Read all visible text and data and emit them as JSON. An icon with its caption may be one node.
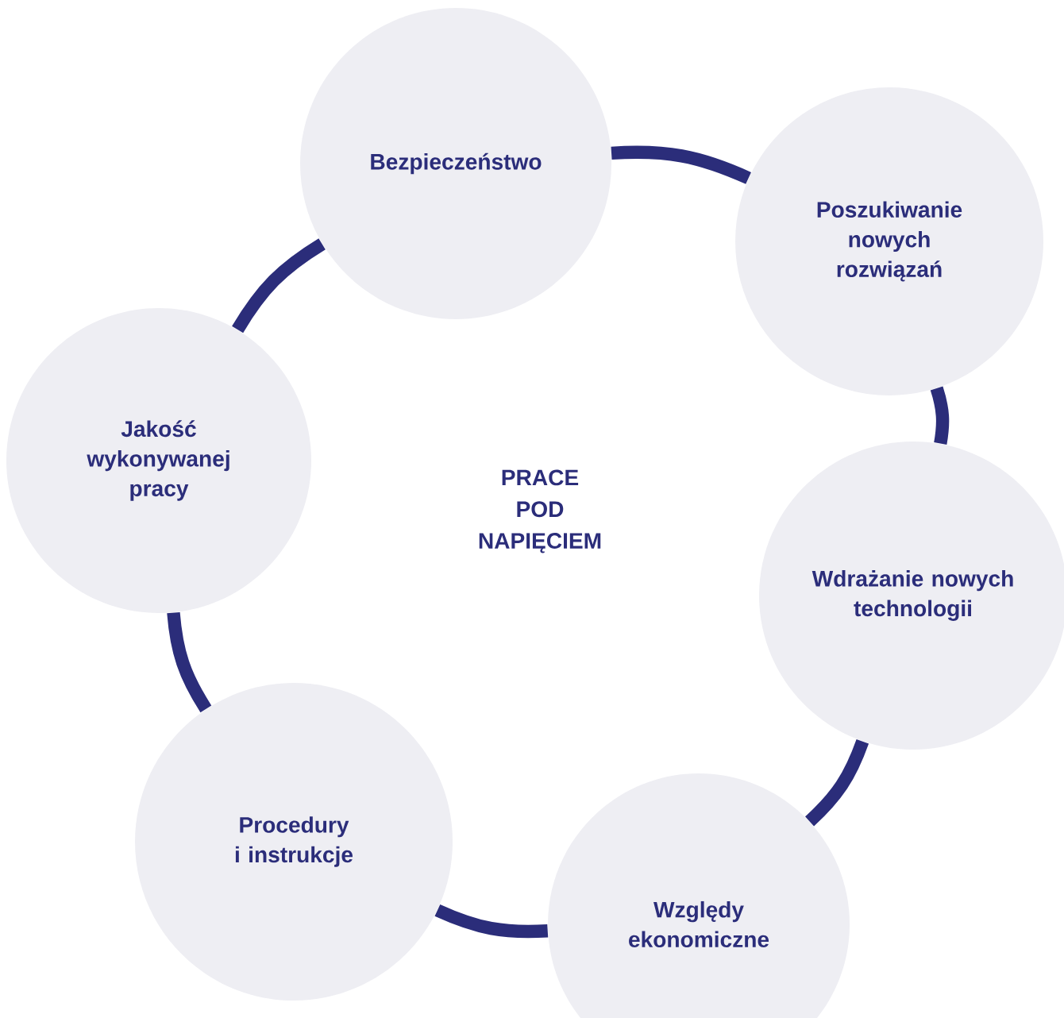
{
  "diagram": {
    "nodes": [
      {
        "text": [
          "Bezpieczeństwo"
        ]
      },
      {
        "text": [
          "Poszukiwanie nowych rozwiązań"
        ]
      },
      {
        "text": [
          "Jakość wykonywanej pracy"
        ]
      },
      {
        "text": [
          "Wdrażanie nowych technologii"
        ]
      },
      {
        "text": [
          "Procedury i instrukcje"
        ]
      },
      {
        "text": [
          "Względy ekonomiczne"
        ]
      }
    ],
    "edges": [
      {
        "from": 0,
        "to": 1,
        "arrow": "none"
      },
      {
        "from": 1,
        "to": 3,
        "arrow": "none"
      },
      {
        "from": 3,
        "to": 5,
        "arrow": "none"
      },
      {
        "from": 5,
        "to": 4,
        "arrow": "none"
      },
      {
        "from": 4,
        "to": 2,
        "arrow": "none"
      },
      {
        "from": 2,
        "to": 0,
        "arrow": "none"
      }
    ],
    "labels": [
      "PRACE POD NAPIĘCIEM"
    ]
  }
}
